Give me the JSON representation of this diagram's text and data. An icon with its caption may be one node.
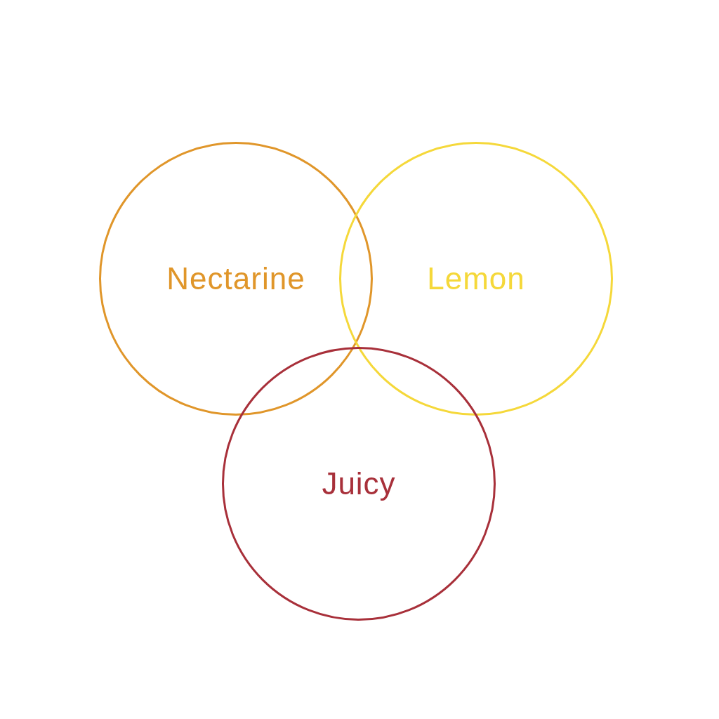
{
  "diagram": {
    "nodes": [
      {
        "text": [
          "Nectarine"
        ]
      },
      {
        "text": [
          "Lemon"
        ]
      },
      {
        "text": [
          "Juicy"
        ]
      }
    ]
  }
}
